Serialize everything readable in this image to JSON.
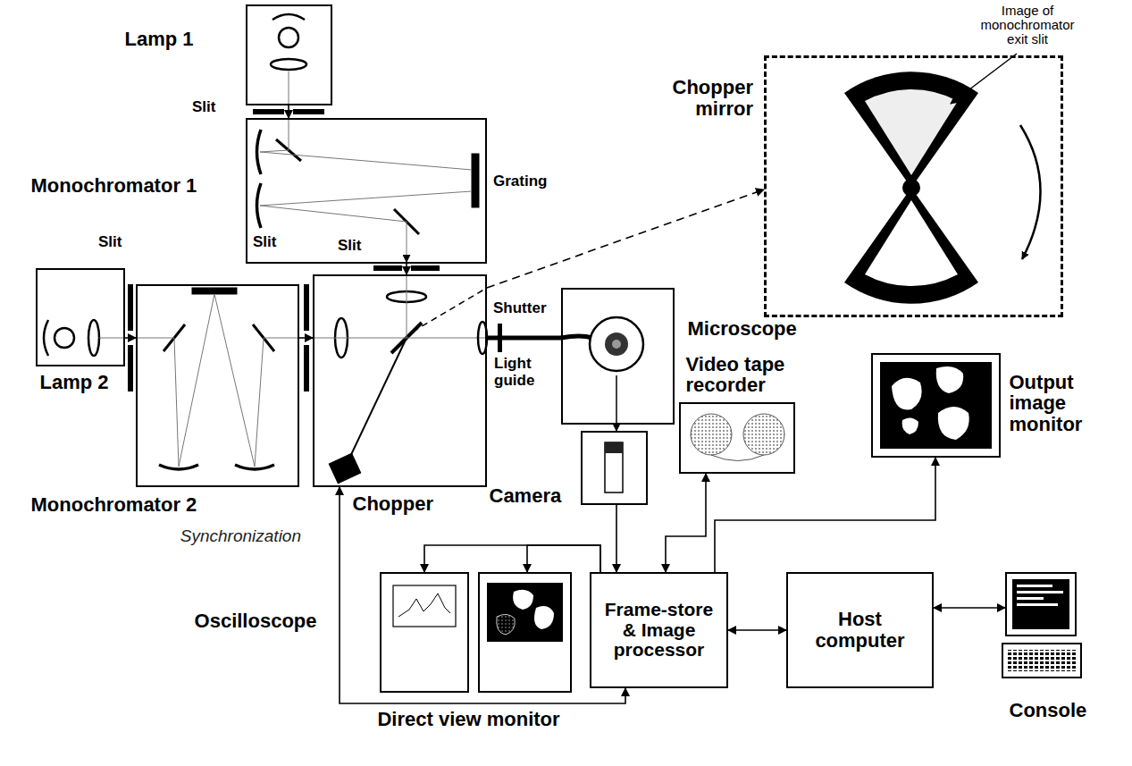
{
  "diagram": {
    "nodes": [
      {
        "text": [
          "Lamp 1"
        ]
      },
      {
        "text": [
          "Monochromator 1"
        ]
      },
      {
        "text": [
          "Lamp 2"
        ]
      },
      {
        "text": [
          "Monochromator 2"
        ]
      },
      {
        "text": [
          "Chopper"
        ]
      },
      {
        "text": [
          "Chopper mirror",
          "Image of monochromator exit slit"
        ]
      },
      {
        "text": [
          "Microscope"
        ]
      },
      {
        "text": [
          "Camera"
        ]
      },
      {
        "text": [
          "Video tape recorder"
        ]
      },
      {
        "text": [
          "Output image monitor"
        ]
      },
      {
        "text": [
          "Oscilloscope"
        ]
      },
      {
        "text": [
          "Direct view monitor"
        ]
      },
      {
        "text": [
          "Frame-store & Image processor"
        ]
      },
      {
        "text": [
          "Host computer"
        ]
      },
      {
        "text": [
          "Console"
        ]
      }
    ],
    "edges": [
      {
        "from": 0,
        "to": 1,
        "arrow": "to"
      },
      {
        "from": 1,
        "to": 4,
        "arrow": "to"
      },
      {
        "from": 2,
        "to": 3,
        "arrow": "to"
      },
      {
        "from": 3,
        "to": 4,
        "arrow": "to"
      },
      {
        "from": 4,
        "to": 5,
        "arrow": "to"
      },
      {
        "from": 4,
        "to": 6,
        "arrow": "none"
      },
      {
        "from": 6,
        "to": 7,
        "arrow": "to"
      },
      {
        "from": 7,
        "to": 12,
        "arrow": "to"
      },
      {
        "from": 12,
        "to": 8,
        "arrow": "both"
      },
      {
        "from": 12,
        "to": 10,
        "arrow": "to"
      },
      {
        "from": 12,
        "to": 11,
        "arrow": "to"
      },
      {
        "from": 12,
        "to": 9,
        "arrow": "to"
      },
      {
        "from": 12,
        "to": 13,
        "arrow": "both"
      },
      {
        "from": 13,
        "to": 14,
        "arrow": "both"
      },
      {
        "from": 4,
        "to": 12,
        "label": "Synchronization",
        "arrow": "both"
      }
    ],
    "labels": [
      "Slit",
      "Slit",
      "Slit",
      "Slit",
      "Grating",
      "Shutter",
      "Light guide"
    ]
  }
}
